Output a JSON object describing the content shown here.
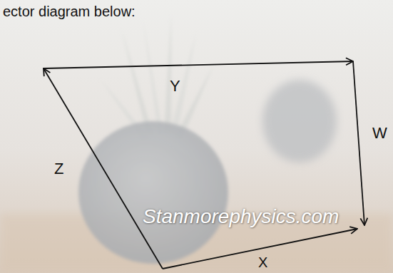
{
  "diagram": {
    "labels": [
      "ector diagram below:",
      "Y",
      "W",
      "Z",
      "X",
      "Stanmorephysics.com"
    ]
  }
}
